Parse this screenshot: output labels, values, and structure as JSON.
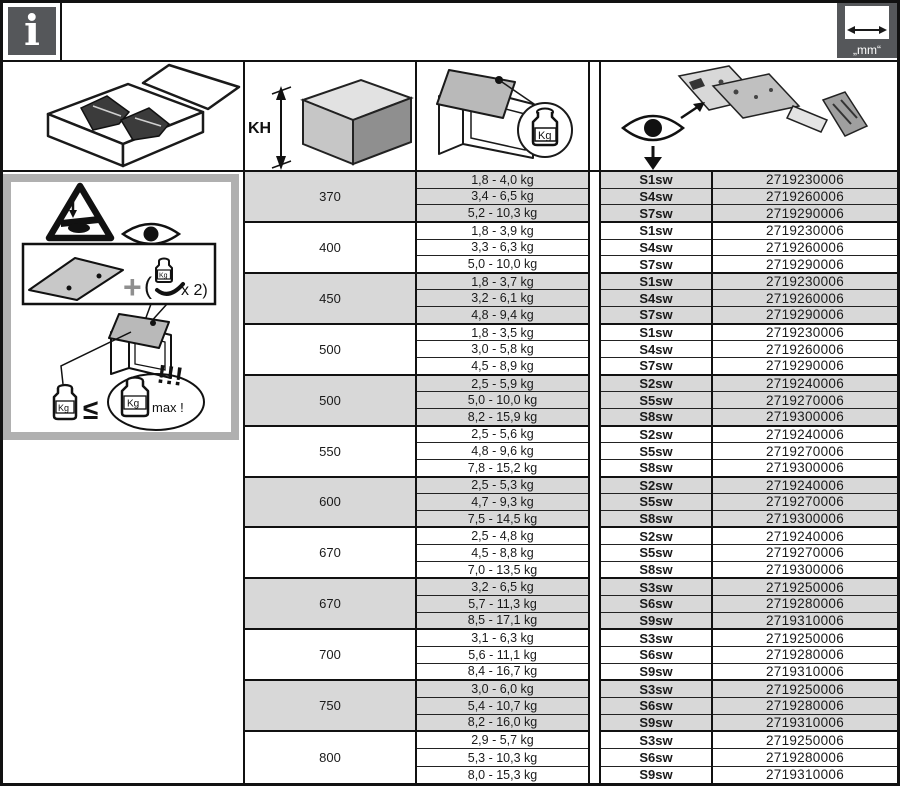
{
  "page": {
    "info_symbol": "i",
    "unit_label": "„mm“"
  },
  "header": {
    "cabinet_height_label": "KH",
    "weight_unit_label": "Kg"
  },
  "left_panel": {
    "plus_sign": "+",
    "paren_open": "(",
    "multiplier_label": "x 2)",
    "small_weight_label": "Kg",
    "weight_label": "Kg",
    "circle_weight_label": "Kg",
    "max_label": "max !",
    "warning_marks": "!!!",
    "lte_symbol": "≤"
  },
  "table": {
    "groups": [
      {
        "kh": "370",
        "rows": [
          {
            "weight": "1,8 - 4,0 kg",
            "code": "S1sw",
            "part": "2719230006"
          },
          {
            "weight": "3,4 - 6,5 kg",
            "code": "S4sw",
            "part": "2719260006"
          },
          {
            "weight": "5,2 - 10,3 kg",
            "code": "S7sw",
            "part": "2719290006"
          }
        ]
      },
      {
        "kh": "400",
        "rows": [
          {
            "weight": "1,8 - 3,9 kg",
            "code": "S1sw",
            "part": "2719230006"
          },
          {
            "weight": "3,3 - 6,3 kg",
            "code": "S4sw",
            "part": "2719260006"
          },
          {
            "weight": "5,0 - 10,0 kg",
            "code": "S7sw",
            "part": "2719290006"
          }
        ]
      },
      {
        "kh": "450",
        "rows": [
          {
            "weight": "1,8 - 3,7 kg",
            "code": "S1sw",
            "part": "2719230006"
          },
          {
            "weight": "3,2 - 6,1 kg",
            "code": "S4sw",
            "part": "2719260006"
          },
          {
            "weight": "4,8 - 9,4 kg",
            "code": "S7sw",
            "part": "2719290006"
          }
        ]
      },
      {
        "kh": "500",
        "rows": [
          {
            "weight": "1,8 - 3,5 kg",
            "code": "S1sw",
            "part": "2719230006"
          },
          {
            "weight": "3,0 - 5,8 kg",
            "code": "S4sw",
            "part": "2719260006"
          },
          {
            "weight": "4,5 - 8,9 kg",
            "code": "S7sw",
            "part": "2719290006"
          }
        ]
      },
      {
        "kh": "500",
        "rows": [
          {
            "weight": "2,5 - 5,9 kg",
            "code": "S2sw",
            "part": "2719240006"
          },
          {
            "weight": "5,0 - 10,0 kg",
            "code": "S5sw",
            "part": "2719270006"
          },
          {
            "weight": "8,2 - 15,9 kg",
            "code": "S8sw",
            "part": "2719300006"
          }
        ]
      },
      {
        "kh": "550",
        "rows": [
          {
            "weight": "2,5 - 5,6 kg",
            "code": "S2sw",
            "part": "2719240006"
          },
          {
            "weight": "4,8 - 9,6 kg",
            "code": "S5sw",
            "part": "2719270006"
          },
          {
            "weight": "7,8 - 15,2 kg",
            "code": "S8sw",
            "part": "2719300006"
          }
        ]
      },
      {
        "kh": "600",
        "rows": [
          {
            "weight": "2,5 - 5,3 kg",
            "code": "S2sw",
            "part": "2719240006"
          },
          {
            "weight": "4,7 - 9,3 kg",
            "code": "S5sw",
            "part": "2719270006"
          },
          {
            "weight": "7,5 - 14,5 kg",
            "code": "S8sw",
            "part": "2719300006"
          }
        ]
      },
      {
        "kh": "670",
        "rows": [
          {
            "weight": "2,5 - 4,8 kg",
            "code": "S2sw",
            "part": "2719240006"
          },
          {
            "weight": "4,5 - 8,8 kg",
            "code": "S5sw",
            "part": "2719270006"
          },
          {
            "weight": "7,0 - 13,5 kg",
            "code": "S8sw",
            "part": "2719300006"
          }
        ]
      },
      {
        "kh": "670",
        "rows": [
          {
            "weight": "3,2 - 6,5 kg",
            "code": "S3sw",
            "part": "2719250006"
          },
          {
            "weight": "5,7 - 11,3 kg",
            "code": "S6sw",
            "part": "2719280006"
          },
          {
            "weight": "8,5 - 17,1 kg",
            "code": "S9sw",
            "part": "2719310006"
          }
        ]
      },
      {
        "kh": "700",
        "rows": [
          {
            "weight": "3,1 - 6,3 kg",
            "code": "S3sw",
            "part": "2719250006"
          },
          {
            "weight": "5,6 - 11,1 kg",
            "code": "S6sw",
            "part": "2719280006"
          },
          {
            "weight": "8,4 - 16,7 kg",
            "code": "S9sw",
            "part": "2719310006"
          }
        ]
      },
      {
        "kh": "750",
        "rows": [
          {
            "weight": "3,0 - 6,0 kg",
            "code": "S3sw",
            "part": "2719250006"
          },
          {
            "weight": "5,4 - 10,7 kg",
            "code": "S6sw",
            "part": "2719280006"
          },
          {
            "weight": "8,2 - 16,0 kg",
            "code": "S9sw",
            "part": "2719310006"
          }
        ]
      },
      {
        "kh": "800",
        "rows": [
          {
            "weight": "2,9 - 5,7 kg",
            "code": "S3sw",
            "part": "2719250006"
          },
          {
            "weight": "5,3 - 10,3 kg",
            "code": "S6sw",
            "part": "2719280006"
          },
          {
            "weight": "8,0 - 15,3 kg",
            "code": "S9sw",
            "part": "2719310006"
          }
        ]
      }
    ]
  }
}
